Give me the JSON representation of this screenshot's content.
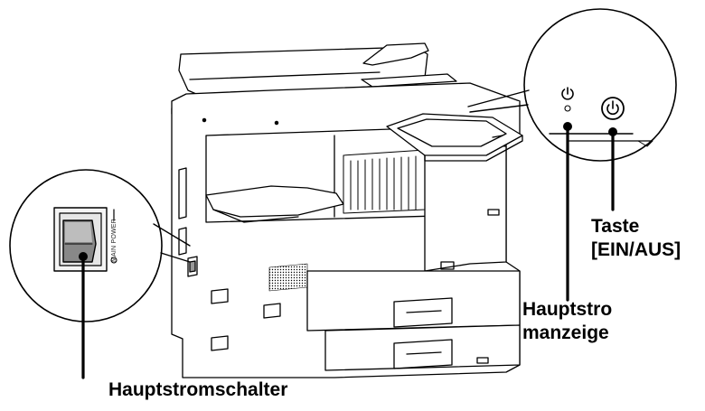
{
  "labels": {
    "main_switch": "Hauptstromschalter",
    "power_button_line1": "Taste",
    "power_button_line2": "[EIN/AUS]",
    "main_indicator_line1": "Hauptstro",
    "main_indicator_line2": "manzeige"
  },
  "switch_panel_text": "MAIN POWER",
  "icons": [
    "power-standby-icon",
    "power-button-icon",
    "main-power-switch-icon",
    "main-power-indicator-icon"
  ]
}
